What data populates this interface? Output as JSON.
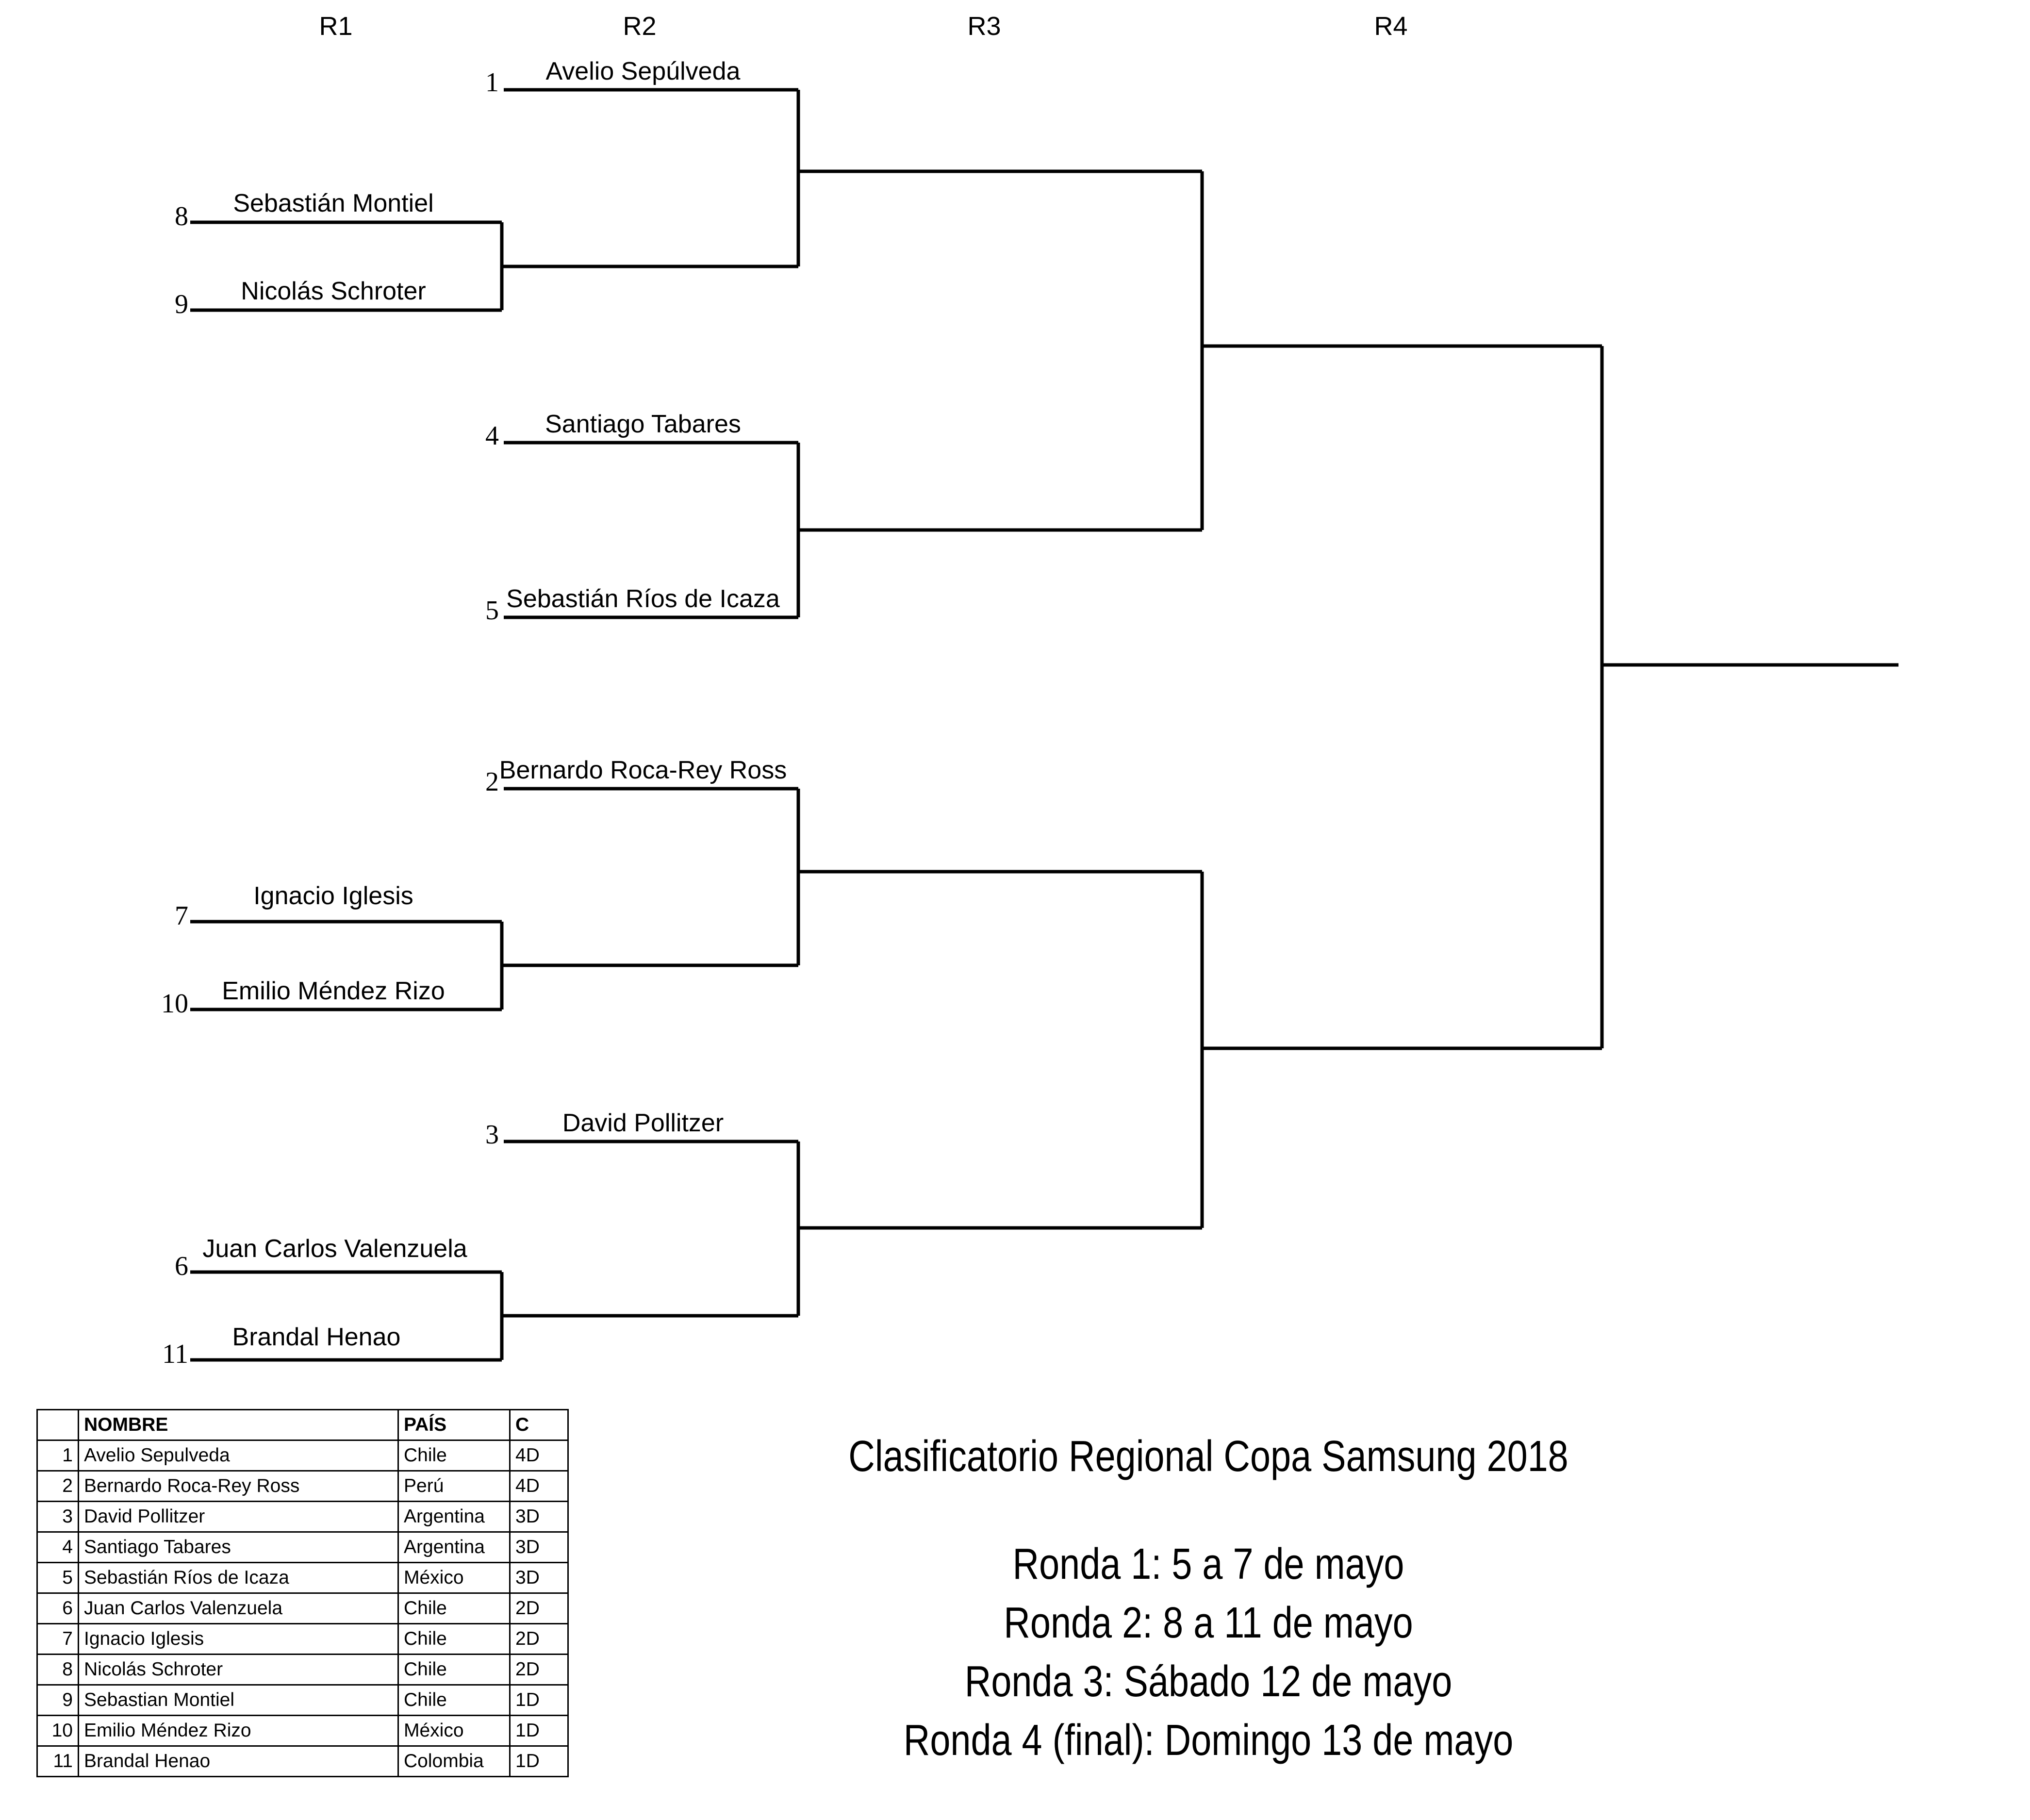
{
  "rounds": [
    "R1",
    "R2",
    "R3",
    "R4"
  ],
  "bracket": {
    "players": [
      {
        "seed": "1",
        "name": "Avelio Sepúlveda"
      },
      {
        "seed": "8",
        "name": "Sebastián Montiel"
      },
      {
        "seed": "9",
        "name": "Nicolás Schroter"
      },
      {
        "seed": "4",
        "name": "Santiago Tabares"
      },
      {
        "seed": "5",
        "name": "Sebastián Ríos de Icaza"
      },
      {
        "seed": "2",
        "name": "Bernardo Roca-Rey Ross"
      },
      {
        "seed": "7",
        "name": "Ignacio Iglesis"
      },
      {
        "seed": "10",
        "name": "Emilio Méndez Rizo"
      },
      {
        "seed": "3",
        "name": "David Pollitzer"
      },
      {
        "seed": "6",
        "name": "Juan Carlos Valenzuela"
      },
      {
        "seed": "11",
        "name": "Brandal Henao"
      }
    ]
  },
  "table": {
    "headers": [
      "",
      "NOMBRE",
      "PAÍS",
      "C"
    ],
    "rows": [
      [
        "1",
        "Avelio Sepulveda",
        "Chile",
        "4D"
      ],
      [
        "2",
        "Bernardo Roca-Rey Ross",
        "Perú",
        "4D"
      ],
      [
        "3",
        "David Pollitzer",
        "Argentina",
        "3D"
      ],
      [
        "4",
        "Santiago Tabares",
        "Argentina",
        "3D"
      ],
      [
        "5",
        "Sebastián Ríos de Icaza",
        "México",
        "3D"
      ],
      [
        "6",
        "Juan Carlos Valenzuela",
        "Chile",
        "2D"
      ],
      [
        "7",
        "Ignacio Iglesis",
        "Chile",
        "2D"
      ],
      [
        "8",
        "Nicolás Schroter",
        "Chile",
        "2D"
      ],
      [
        "9",
        "Sebastian Montiel",
        "Chile",
        "1D"
      ],
      [
        "10",
        "Emilio Méndez Rizo",
        "México",
        "1D"
      ],
      [
        "11",
        "Brandal Henao",
        "Colombia",
        "1D"
      ]
    ]
  },
  "info": {
    "title": "Clasificatorio Regional Copa Samsung 2018",
    "schedule": [
      "Ronda 1: 5 a 7 de mayo",
      "Ronda 2: 8 a 11 de mayo",
      "Ronda 3: Sábado 12 de mayo",
      "Ronda 4 (final): Domingo 13 de mayo"
    ]
  }
}
